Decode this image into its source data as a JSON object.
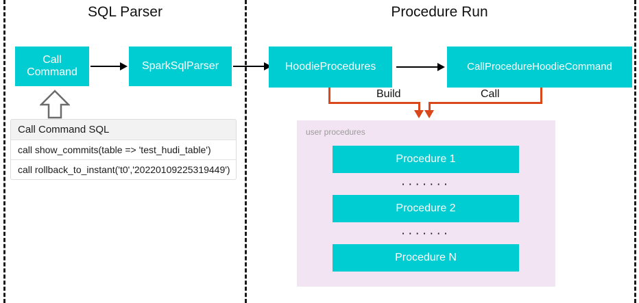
{
  "diagram": {
    "colors": {
      "box_fill": "#00CDD1",
      "box_text": "#FFFFFF",
      "panel_fill": "#F2E4F2",
      "connector_orange": "#D9471A",
      "connector_black": "#000000",
      "divider": "#1A1A1A"
    },
    "panels": [
      {
        "title": "SQL Parser"
      },
      {
        "title": "Procedure Run"
      }
    ],
    "nodes": {
      "call_command": "Call\nCommand",
      "call_command_line1": "Call",
      "call_command_line2": "Command",
      "spark_sql_parser": "SparkSqlParser",
      "hoodie_procedures": "HoodieProcedures",
      "call_procedure_hoodie_command": "CallProcedureHoodieCommand"
    },
    "edge_labels": {
      "build": "Build",
      "call": "Call"
    },
    "sql_table": {
      "header": "Call Command SQL",
      "rows": [
        "call show_commits(table => 'test_hudi_table')",
        "call rollback_to_instant('t0','20220109225319449')"
      ]
    },
    "user_procedures": {
      "label": "user procedures",
      "items": [
        "Procedure 1",
        "Procedure 2",
        "Procedure N"
      ],
      "ellipsis": "·······"
    }
  }
}
